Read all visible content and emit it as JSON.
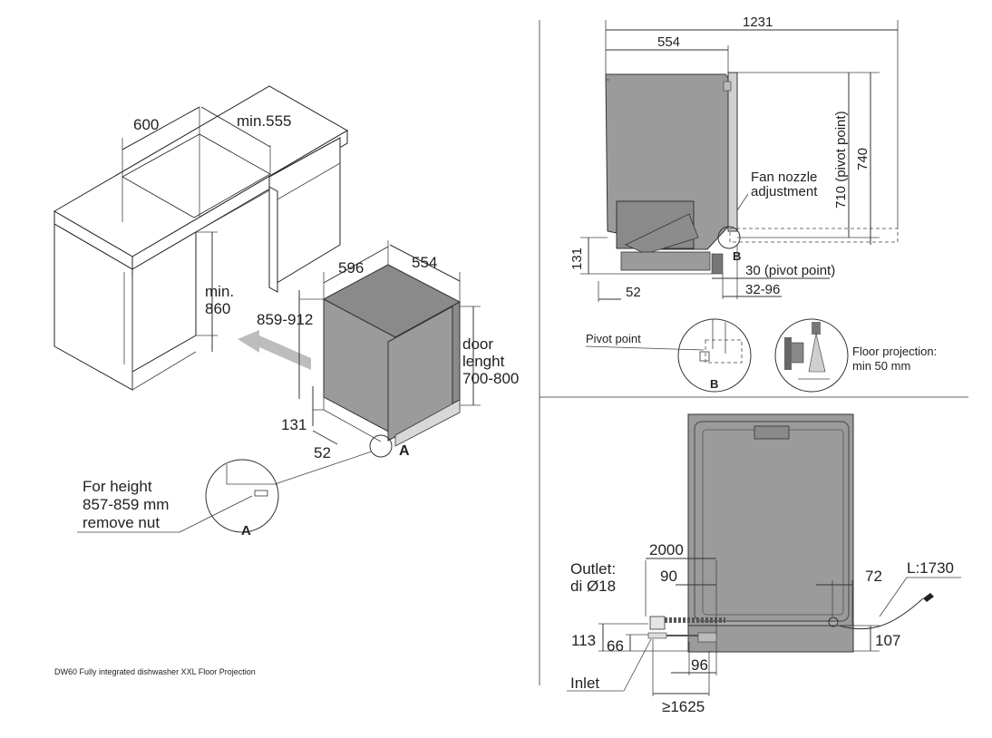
{
  "left": {
    "cabinet": {
      "width": "600",
      "depth": "min.555",
      "height_label_1": "min.",
      "height_label_2": "860"
    },
    "appliance": {
      "width": "596",
      "depth": "554",
      "height": "859-912",
      "door_1": "door",
      "door_2": "lenght",
      "door_3": "700-800",
      "plinth_height": "131",
      "plinth_depth": "52",
      "detail_marker": "A"
    },
    "note": {
      "line1": "For height",
      "line2": "857-859 mm",
      "line3": "remove nut",
      "marker": "A"
    },
    "caption": "DW60 Fully integrated dishwasher XXL Floor Projection"
  },
  "side_view": {
    "total_depth": "1231",
    "depth": "554",
    "pivot_height": "710 (pivot point)",
    "height": "740",
    "fan_label_1": "Fan nozzle",
    "fan_label_2": "adjustment",
    "plinth_height": "131",
    "plinth_depth": "52",
    "pivot_depth": "30 (pivot point)",
    "pivot_range": "32-96",
    "detail_marker": "B",
    "pivot_point_label": "Pivot point",
    "floor_proj_1": "Floor projection:",
    "floor_proj_2": "min 50 mm"
  },
  "front_view": {
    "outlet_1": "Outlet:",
    "outlet_2": "di Ø18",
    "outlet_length": "2000",
    "outlet_offset": "90",
    "right_offset": "72",
    "cable_length": "L:1730",
    "h_113": "113",
    "h_66": "66",
    "h_107": "107",
    "w_96": "96",
    "inlet": "Inlet",
    "inlet_length": "≥1625"
  }
}
